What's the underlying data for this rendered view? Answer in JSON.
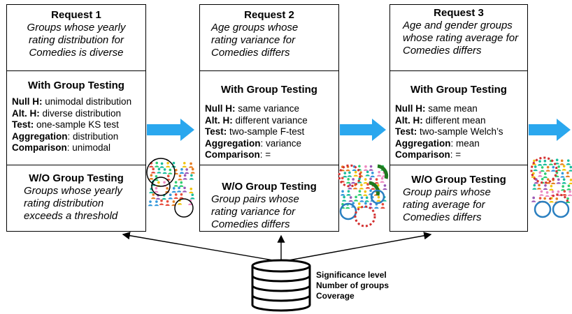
{
  "requests": [
    {
      "title": "Request 1",
      "description": "Groups whose yearly rating distribution for Comedies is diverse",
      "gt_heading": "With Group Testing",
      "gt_lines": [
        {
          "label": "Null H:",
          "value": " unimodal distribution"
        },
        {
          "label": "Alt. H:",
          "value": " diverse distribution"
        },
        {
          "label": "Test:",
          "value": " one-sample KS test"
        },
        {
          "label": "Aggregation",
          "value": ": distribution"
        },
        {
          "label": "Comparison",
          "value": ": unimodal"
        }
      ],
      "wo_heading": "W/O Group Testing",
      "wo_text": "Groups whose yearly rating distribution exceeds a threshold"
    },
    {
      "title": "Request 2",
      "description": "Age groups whose rating variance for Comedies differs",
      "gt_heading": "With Group Testing",
      "gt_lines": [
        {
          "label": "Null H:",
          "value": " same variance"
        },
        {
          "label": "Alt. H:",
          "value": " different variance"
        },
        {
          "label": "Test:",
          "value": " two-sample F-test"
        },
        {
          "label": "Aggregation",
          "value": ": variance"
        },
        {
          "label": "Comparison",
          "value": ": ="
        }
      ],
      "wo_heading": "W/O Group Testing",
      "wo_text": "Group pairs whose rating variance for Comedies differs"
    },
    {
      "title": "Request 3",
      "description": "Age and gender groups whose rating average for Comedies differs",
      "gt_heading": "With Group Testing",
      "gt_lines": [
        {
          "label": "Null H:",
          "value": " same mean"
        },
        {
          "label": "Alt. H:",
          "value": " different mean"
        },
        {
          "label": "Test:",
          "value": " two-sample Welch’s"
        },
        {
          "label": "Aggregation",
          "value": ": mean"
        },
        {
          "label": "Comparison",
          "value": ": ="
        }
      ],
      "wo_heading": "W/O Group Testing",
      "wo_text": "Group pairs whose rating average for Comedies differs"
    }
  ],
  "catalog": [
    "Significance level",
    "Number of groups",
    "Coverage"
  ],
  "colors": {
    "flow_arrow": "#2aa7ee",
    "circle_red": "#d32f2f",
    "circle_blue": "#2a7fc0",
    "arc_green": "#1f7a1f",
    "person_colors": [
      "#e74c3c",
      "#3498db",
      "#2ecc71",
      "#f1c40f",
      "#9b59b6",
      "#e67e22",
      "#1abc9c",
      "#ec87c0"
    ]
  },
  "icons": {
    "flow": "arrow-right-icon",
    "database": "database-icon",
    "people": "person-icon"
  }
}
